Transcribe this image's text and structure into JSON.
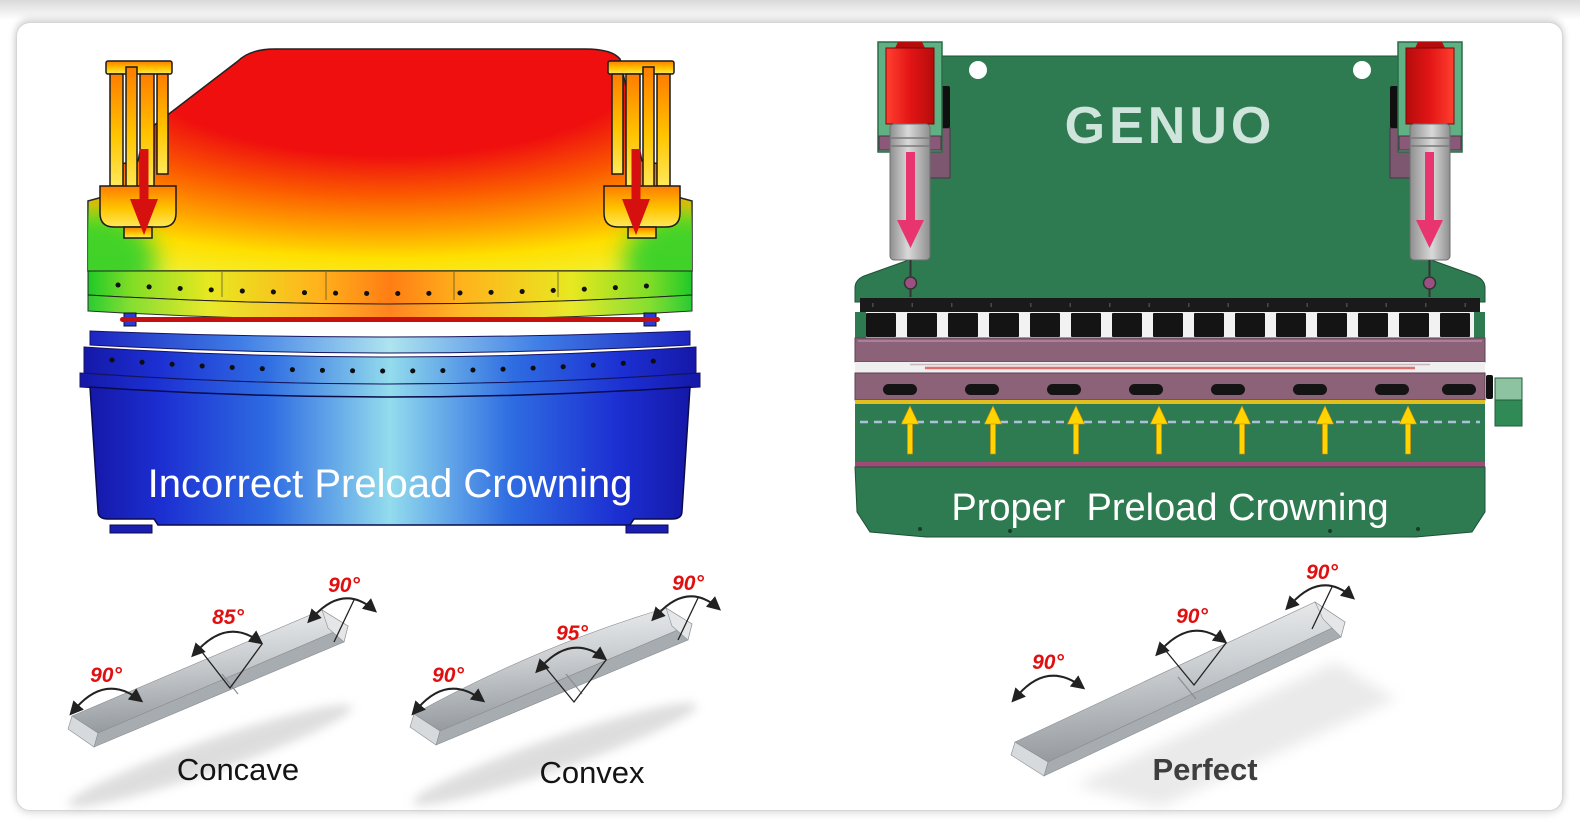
{
  "left_machine": {
    "caption": "Incorrect Preload Crowning",
    "preload_arrow_count": 2,
    "arrow_direction": "down",
    "colors": {
      "hot_red": "#ef1010",
      "orange": "#ff7d14",
      "yellow": "#ffe800",
      "green": "#1fc929",
      "bed_dark_blue": "#1518a8",
      "bed_light_cyan": "#93dced",
      "workpiece_red": "#c61010",
      "arrow_red": "#d60f0f"
    }
  },
  "right_machine": {
    "brand": "GENUO",
    "caption": "Proper  Preload Crowning",
    "crowning_arrow_count": 7,
    "crowning_arrow_direction": "up",
    "cylinder_arrow_count": 2,
    "cylinder_arrow_direction": "down",
    "colors": {
      "body_green": "#2e7b51",
      "housing_light_green": "#5fb183",
      "cylinder_red": "#e31515",
      "piston_gray": "#a9a9a9",
      "beam_mauve": "#8c6279",
      "bracket_purple": "#7d5670",
      "arrow_yellow": "#ffd400",
      "arrow_pink": "#e8356f",
      "logo_mint": "#cfe4da",
      "magenta_line": "#a04a78",
      "yellow_line": "#e2bf1c"
    }
  },
  "samples": [
    {
      "name": "Concave",
      "angles": {
        "left": "90°",
        "middle": "85°",
        "right": "90°"
      }
    },
    {
      "name": "Convex",
      "angles": {
        "left": "90°",
        "middle": "95°",
        "right": "90°"
      }
    },
    {
      "name": "Perfect",
      "angles": {
        "left": "90°",
        "middle": "90°",
        "right": "90°"
      }
    }
  ],
  "annotation_color": "#e01010"
}
